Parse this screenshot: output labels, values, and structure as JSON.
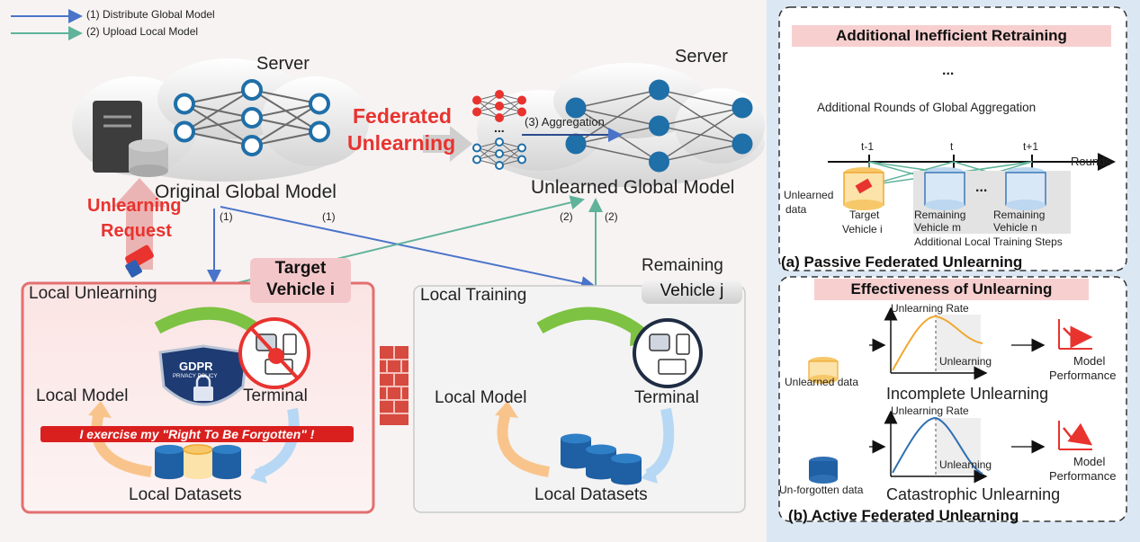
{
  "legend": {
    "distribute": "(1) Distribute Global Model",
    "upload": "(2) Upload Local Model",
    "distribute_color": "#4a74c9",
    "upload_color": "#5fb39a"
  },
  "server_left": "Server",
  "server_right": "Server",
  "original_global_model": "Original Global Model",
  "unlearned_global_model": "Unlearned Global Model",
  "federated_unlearning": [
    "Federated",
    "Unlearning"
  ],
  "aggregation": "(3) Aggregation",
  "ellipsis": "...",
  "unlearning_request": [
    "Unlearning",
    "Request"
  ],
  "step_labels": {
    "s1a": "(1)",
    "s1b": "(1)",
    "s2a": "(2)",
    "s2b": "(2)"
  },
  "target_vehicle": [
    "Target",
    "Vehicle i"
  ],
  "remaining_vehicle": [
    "Remaining",
    "Vehicle j"
  ],
  "left_panel": {
    "title": "Local Unlearning",
    "local_model": "Local Model",
    "terminal": "Terminal",
    "gdpr": "GDPR",
    "privacy": "PRIVACY POLICY",
    "banner": "I exercise my \"Right To Be Forgotten\" !",
    "datasets": "Local Datasets"
  },
  "right_panel": {
    "title": "Local Training",
    "local_model": "Local Model",
    "terminal": "Terminal",
    "datasets": "Local Datasets"
  },
  "passive": {
    "header": "Additional Inefficient Retraining",
    "ellipsis": "...",
    "rounds_caption": "Additional Rounds of Global Aggregation",
    "t_minus": "t-1",
    "t": "t",
    "t_plus": "t+1",
    "rounds": "Rounds",
    "unlearned_data": [
      "Unlearned",
      "data"
    ],
    "target": [
      "Target",
      "Vehicle i"
    ],
    "vehicle_m": [
      "Remaining",
      "Vehicle m"
    ],
    "vehicle_n": [
      "Remaining",
      "Vehicle n"
    ],
    "dots": "...",
    "local_steps": "Additional Local Training Steps",
    "caption": "(a) Passive Federated Unlearning"
  },
  "active": {
    "header": "Effectiveness of Unlearning",
    "rate1": "Unlearning Rate",
    "unlearning1": "Unlearning",
    "model_perf1": [
      "Model",
      "Performance"
    ],
    "unlearned_data": "Unlearned data",
    "incomplete": "Incomplete Unlearning",
    "rate2": "Unlearning Rate",
    "unlearning2": "Unlearning",
    "model_perf2": [
      "Model",
      "Performance"
    ],
    "unforgotten": "Un-forgotten data",
    "catastrophic": "Catastrophic Unlearning",
    "caption": "(b) Active Federated Unlearning"
  }
}
